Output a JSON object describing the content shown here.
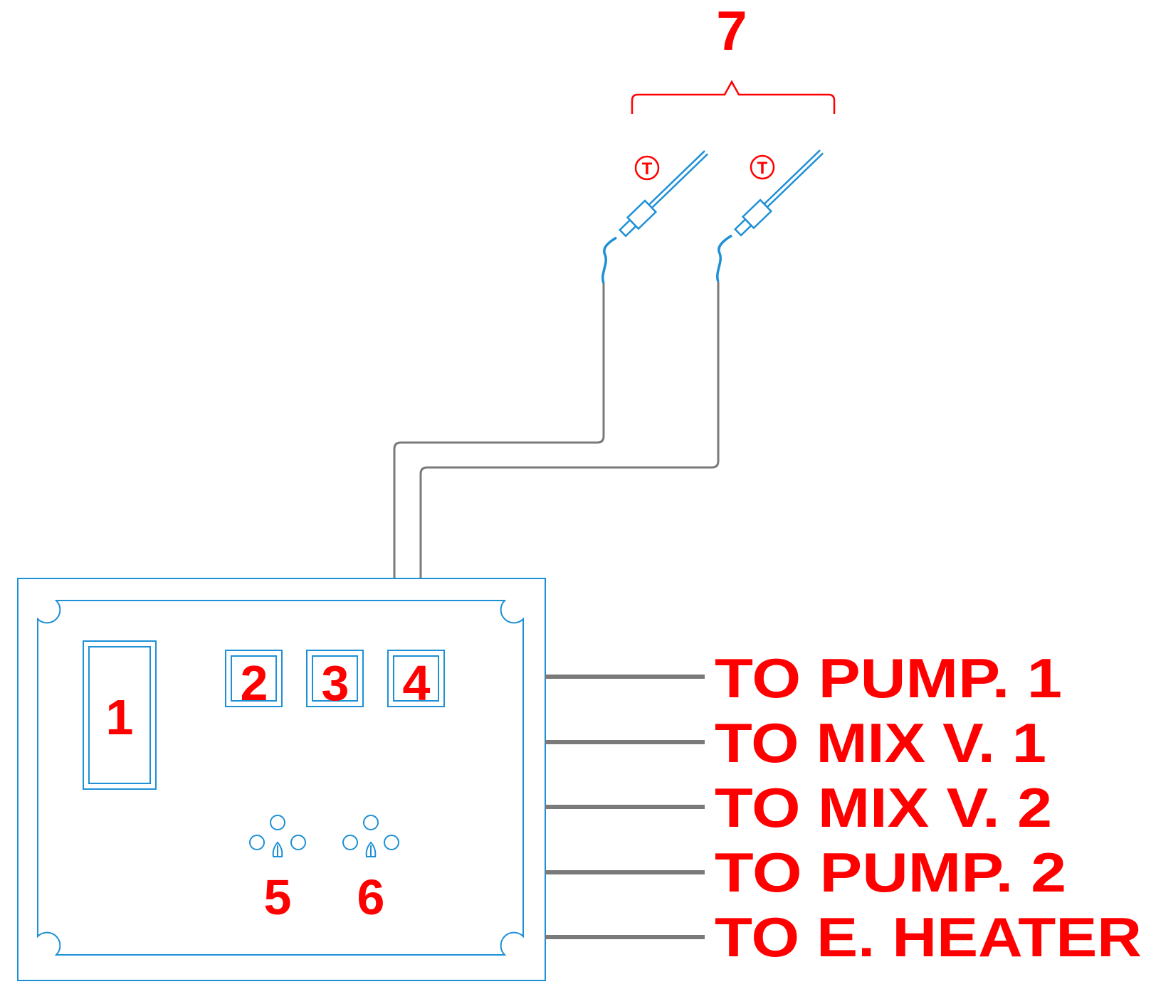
{
  "colors": {
    "label": "#ff0000",
    "device": "#1e90d6",
    "wire": "#7a7a7a",
    "background": "#ffffff"
  },
  "labels": {
    "unit_1": "1",
    "unit_2": "2",
    "unit_3": "3",
    "unit_4": "4",
    "unit_5": "5",
    "unit_6": "6",
    "sensors": "7",
    "sensor_symbol": "T"
  },
  "outputs": [
    {
      "label": "TO PUMP. 1"
    },
    {
      "label": "TO MIX V. 1"
    },
    {
      "label": "TO MIX V. 2"
    },
    {
      "label": "TO PUMP. 2"
    },
    {
      "label": "TO E. HEATER"
    }
  ],
  "icons": {
    "sensor": "temperature-sensor-icon",
    "indicator": "indicator-lamp-cluster-icon"
  }
}
